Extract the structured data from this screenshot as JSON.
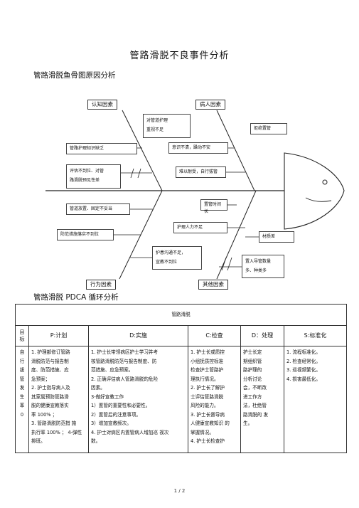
{
  "title": "管路滑脱不良事件分析",
  "fishbone": {
    "heading": "管路滑脱鱼骨图原因分析",
    "categories": {
      "cognition": "认知因素",
      "patient": "病人因素",
      "behavior": "行为因素",
      "other": "其他因素"
    },
    "causes": {
      "c1": "对管道护理\n重视不足",
      "c2": "管路护理知识缺乏",
      "c3": "评估不到位、对管\n路滑脱预见性差",
      "c4": "意识不清，躁动不安",
      "c5": "难以耐受，自行拔管",
      "c6": "拒绝置管",
      "c7": "管道放置、固定不妥当",
      "c8": "防范措施落实不到位",
      "c9": "置管时间长",
      "c10": "护理人力不足",
      "c11": "护患沟通不足，\n宣教不到位",
      "c12": "材质差",
      "c13": "置入导管数量\n多、种类多"
    }
  },
  "pdca": {
    "heading": "管路滑脱 PDCA 循环分析",
    "table_title": "管路滑脱",
    "headers": {
      "target": "目\n标",
      "p": "P:计划",
      "d": "D:实施",
      "c": "C:检查",
      "a": "D：处理",
      "s": "S:标准化"
    },
    "row": {
      "target": "自\n行\n拔\n管\n发\n生\n率\n0",
      "p": "1. 护理部修订管路\n滑脱防范与报告制\n度、防范措施、应\n急预案；\n2. 护士指导病人及\n其家属预防管路滑\n脱的健康宣教落实\n率 100% ；\n3. 管路滑脱防范措 施\n执行率 100% ；  4-弹性\n排班。",
      "d": "1. 护士长带领病区护士学习并考\n核管路滑脱防范与报告制度、防\n范措施、应急预案。\n2. 正确评估病人管路滑脱的危险\n因素。\n3-做好宣教工作\n    1）置管的重要性和必要性。\n    2）置管后的注意事项。\n    3）增加宣教频次。\n 4. 护士对病区内置管病人增加巡  视次\n数。",
      "c": "1. 护士长或质控\n小组抚质控标准\n检查护士管路护\n理执行情况。\n2. 护士长了解护\n士评估管路滑脱\n风险的能力。\n3.    护士长督导病\n人健康宣教知识 的\n掌握情况。\n4. 护士长检查护",
      "a": "护士长定\n期组织管\n  路护理的\n分析讨论\n会，不断改\n进工作方\n法，杜绝管\n路滑脱的 发\n生。",
      "s": "1. 流程标准化。\n 2. 检查经常化。\n 3. 巡视频繁化。\n 4. 损害最低化。"
    }
  },
  "footer": "1 / 2"
}
